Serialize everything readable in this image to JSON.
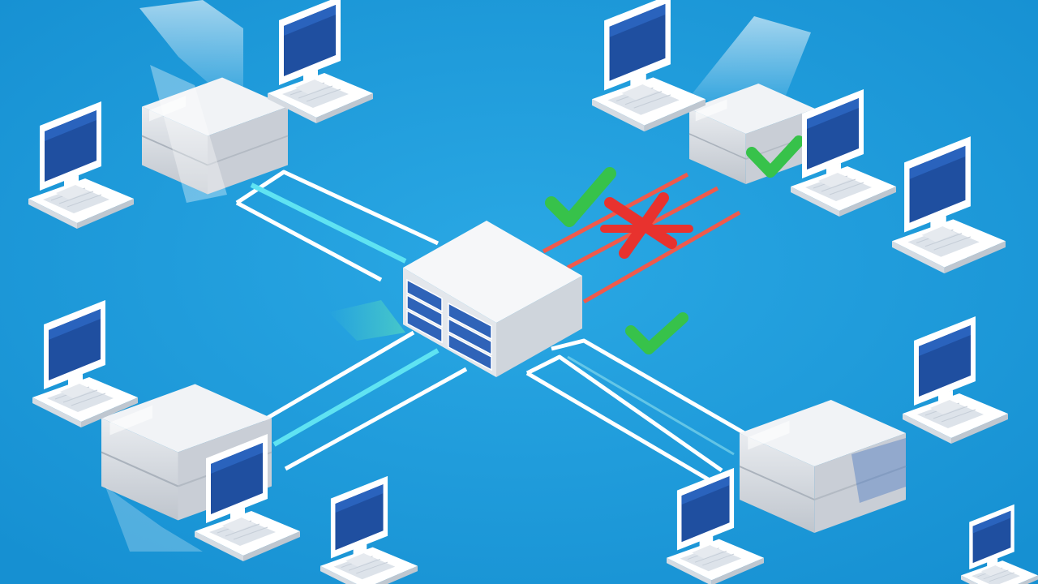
{
  "title": "",
  "colors": {
    "background": "#1a9ad9",
    "background_light": "#35aee6",
    "link_active": "#5fe3f2",
    "link_blocked": "#ef5a4c",
    "link_outline": "#ffffff",
    "check_mark": "#37c24a",
    "cross_mark": "#e8322e",
    "monitor_screen": "#1f4fa0",
    "device_body": "#d9dde3",
    "hub_body": "#f2f4f7",
    "hub_ports": "#2f63b8"
  },
  "nodes": [
    {
      "id": "hub",
      "kind": "central-switch"
    },
    {
      "id": "server-top-left",
      "kind": "server"
    },
    {
      "id": "server-top-right",
      "kind": "server"
    },
    {
      "id": "server-bottom-left",
      "kind": "server"
    },
    {
      "id": "server-bottom-right",
      "kind": "server"
    },
    {
      "id": "computer-1",
      "kind": "workstation"
    },
    {
      "id": "computer-2",
      "kind": "workstation"
    },
    {
      "id": "computer-3",
      "kind": "workstation"
    },
    {
      "id": "computer-4",
      "kind": "workstation"
    },
    {
      "id": "computer-5",
      "kind": "workstation"
    },
    {
      "id": "computer-6",
      "kind": "workstation"
    },
    {
      "id": "computer-7",
      "kind": "workstation"
    },
    {
      "id": "computer-8",
      "kind": "workstation"
    },
    {
      "id": "computer-9",
      "kind": "workstation"
    },
    {
      "id": "computer-10",
      "kind": "workstation"
    },
    {
      "id": "computer-11",
      "kind": "workstation"
    }
  ],
  "links": [
    {
      "from": "hub",
      "to": "server-top-left",
      "status": "active"
    },
    {
      "from": "hub",
      "to": "server-top-right",
      "status": "blocked"
    },
    {
      "from": "hub",
      "to": "server-bottom-left",
      "status": "active"
    },
    {
      "from": "hub",
      "to": "server-bottom-right",
      "status": "allowed"
    }
  ],
  "markers": [
    {
      "icon": "check-mark-icon",
      "meaning": "allowed"
    },
    {
      "icon": "cross-mark-icon",
      "meaning": "blocked"
    },
    {
      "icon": "check-mark-icon",
      "meaning": "allowed"
    },
    {
      "icon": "check-mark-icon",
      "meaning": "allowed"
    }
  ]
}
